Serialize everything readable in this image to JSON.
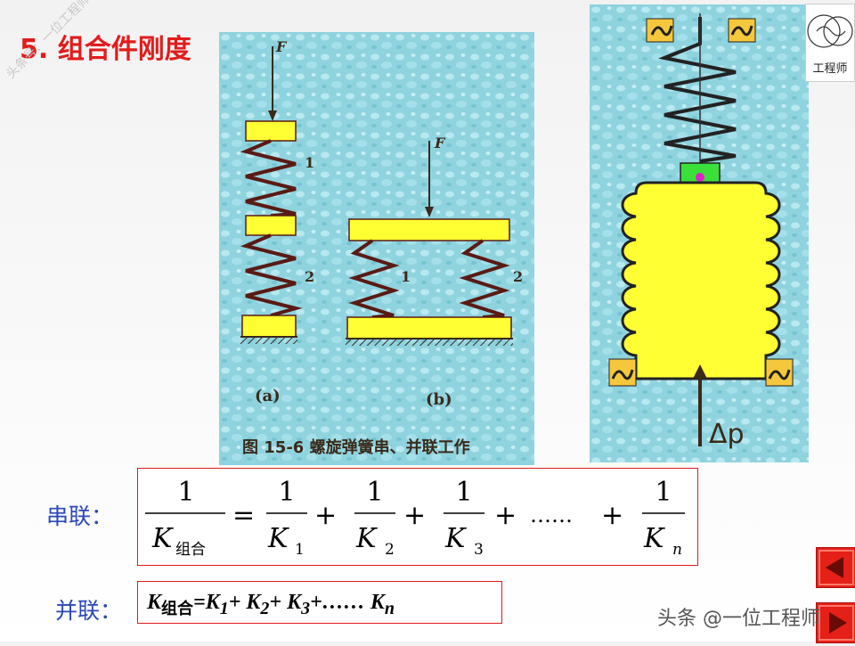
{
  "slide": {
    "title": "5. 组合件刚度",
    "watermark_diag": "头条号：一位工程师",
    "footer_watermark": "头条 @一位工程师",
    "logo_caption": "工程师"
  },
  "figure_left": {
    "force_label_a": "F",
    "force_label_b": "F",
    "spring_label_1a": "1",
    "spring_label_2a": "2",
    "spring_label_1b": "1",
    "spring_label_2b": "2",
    "sub_a": "(a)",
    "sub_b": "(b)",
    "caption": "图  15-6  螺旋弹簧串、并联工作"
  },
  "figure_right": {
    "pressure_label": "Δp"
  },
  "series": {
    "label": "串联：",
    "numerator": "1",
    "lhs_den": "K",
    "lhs_sub": "组合",
    "terms": [
      {
        "num": "1",
        "den": "K",
        "sub": "1"
      },
      {
        "num": "1",
        "den": "K",
        "sub": "2"
      },
      {
        "num": "1",
        "den": "K",
        "sub": "3"
      },
      {
        "num": "1",
        "den": "K",
        "sub": "n"
      }
    ],
    "eq": "=",
    "plus": "+",
    "dots": "……"
  },
  "parallel": {
    "label": "并联：",
    "k": "K",
    "sub_combined": "组合",
    "eq_part": "=",
    "k1": "K",
    "s1": "1",
    "k2": "K",
    "s2": "2",
    "k3": "K",
    "s3": "3",
    "tail": "+…… ",
    "kn": "K",
    "sn": "n",
    "plus": "+ "
  },
  "colors": {
    "title_red": "#e21c1c",
    "label_blue": "#2b48b8",
    "box_border": "#e01b1b",
    "water_bg": "#8fd3df",
    "plate_yellow": "#ffff33",
    "spring_brown": "#5a1a14",
    "bellows_green": "#3adf3a",
    "nav_red": "#e42018"
  }
}
